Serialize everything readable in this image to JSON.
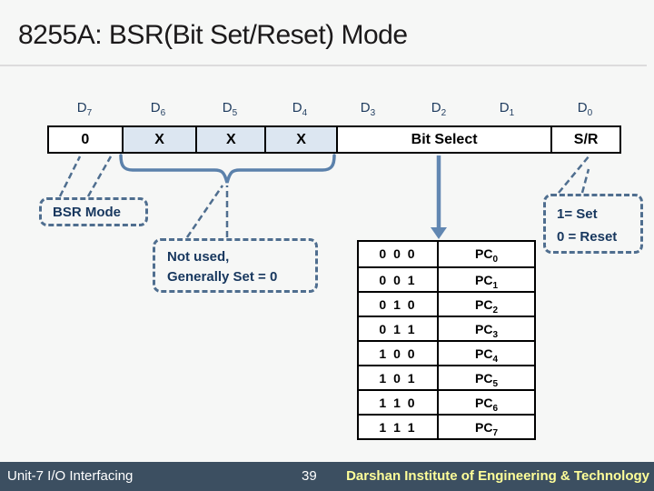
{
  "slide": {
    "title": "8255A: BSR(Bit Set/Reset) Mode"
  },
  "register": {
    "bit_labels": [
      {
        "base": "D",
        "sub": "7"
      },
      {
        "base": "D",
        "sub": "6"
      },
      {
        "base": "D",
        "sub": "5"
      },
      {
        "base": "D",
        "sub": "4"
      },
      {
        "base": "D",
        "sub": "3"
      },
      {
        "base": "D",
        "sub": "2"
      },
      {
        "base": "D",
        "sub": "1"
      },
      {
        "base": "D",
        "sub": "0"
      }
    ],
    "cells": [
      {
        "value": "0"
      },
      {
        "value": "X"
      },
      {
        "value": "X"
      },
      {
        "value": "X"
      },
      {
        "value": "Bit Select"
      },
      {
        "value": "S/R"
      }
    ]
  },
  "callouts": {
    "bsr_mode": "BSR Mode",
    "not_used": {
      "line1": "Not used,",
      "line2": "Generally Set = 0"
    },
    "set_reset": {
      "line1": "1= Set",
      "line2": "0 = Reset"
    }
  },
  "bit_select_table": {
    "rows": [
      {
        "bits": "0 0 0",
        "port_base": "PC",
        "port_sub": "0"
      },
      {
        "bits": "0 0 1",
        "port_base": "PC",
        "port_sub": "1"
      },
      {
        "bits": "0 1 0",
        "port_base": "PC",
        "port_sub": "2"
      },
      {
        "bits": "0 1 1",
        "port_base": "PC",
        "port_sub": "3"
      },
      {
        "bits": "1 0 0",
        "port_base": "PC",
        "port_sub": "4"
      },
      {
        "bits": "1 0 1",
        "port_base": "PC",
        "port_sub": "5"
      },
      {
        "bits": "1 1 0",
        "port_base": "PC",
        "port_sub": "6"
      },
      {
        "bits": "1 1 1",
        "port_base": "PC",
        "port_sub": "7"
      }
    ]
  },
  "footer": {
    "unit": "Unit-7 I/O Interfacing",
    "page": "39",
    "institute": "Darshan Institute of Engineering & Technology"
  },
  "colors": {
    "slide_bg": "#f6f7f6",
    "title_text": "#1c1a1b",
    "bit_label": "#1f3c5f",
    "cell_x_bg": "#dce6f1",
    "cell_border": "#000000",
    "connector_blue": "#6287b2",
    "brace_blue": "#5b81ab",
    "callout_dash": "#4f6e8f",
    "callout_text": "#17375e",
    "footer_bg": "#3c4f61",
    "footer_text": "#ffffff",
    "footer_highlight": "#ffff99"
  }
}
